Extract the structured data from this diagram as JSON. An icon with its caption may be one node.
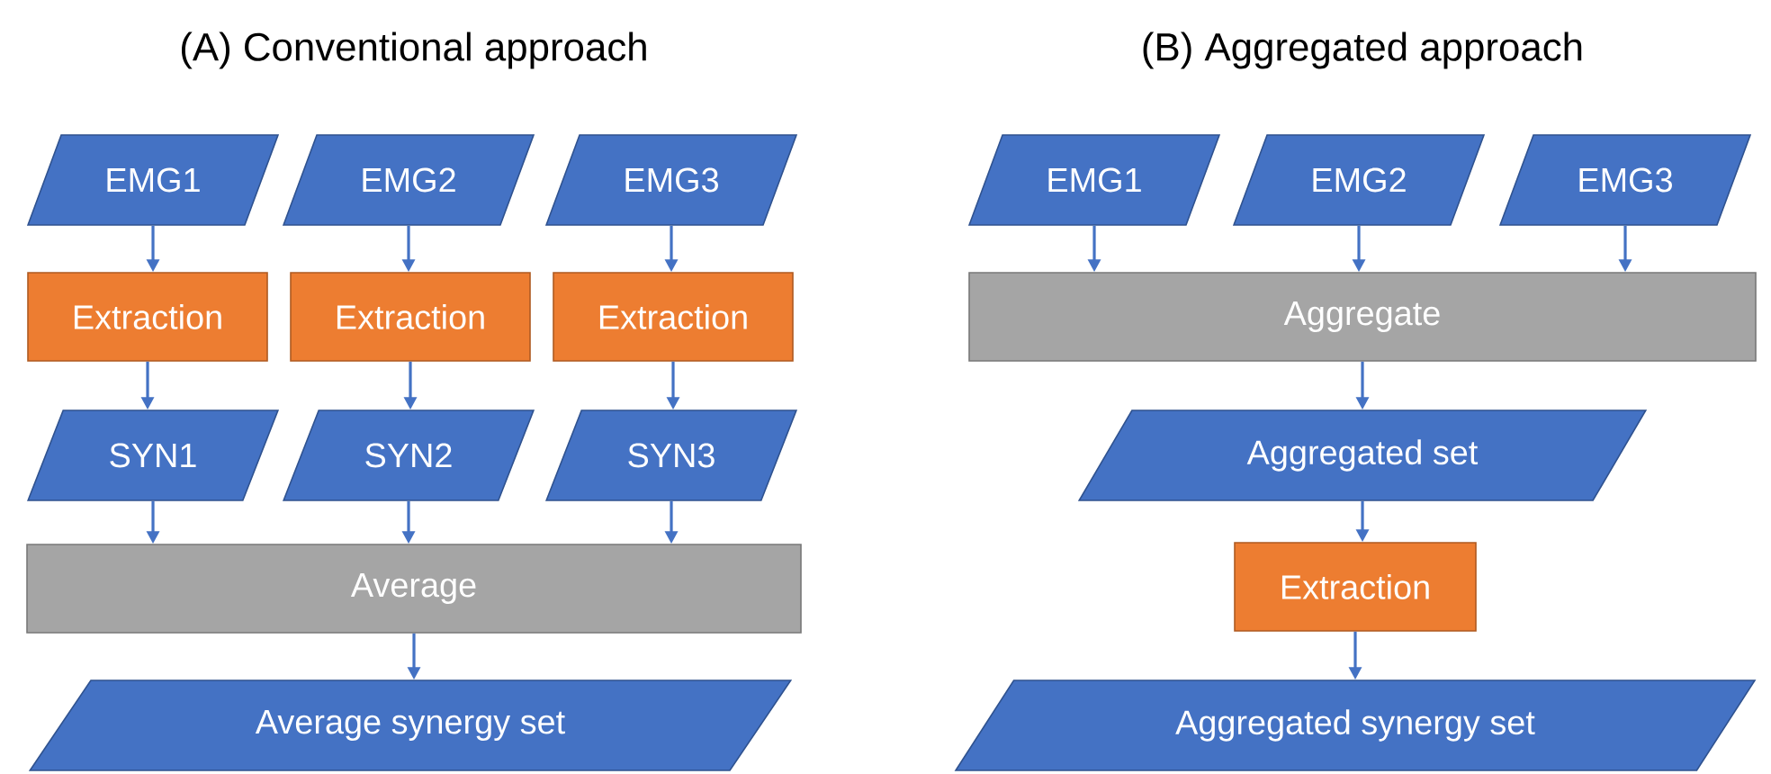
{
  "diagram": {
    "nodes": [
      {
        "text": [
          "EMG1"
        ]
      },
      {
        "text": [
          "EMG2"
        ]
      },
      {
        "text": [
          "EMG3"
        ]
      },
      {
        "text": [
          "Extraction"
        ]
      },
      {
        "text": [
          "Extraction"
        ]
      },
      {
        "text": [
          "Extraction"
        ]
      },
      {
        "text": [
          "SYN1"
        ]
      },
      {
        "text": [
          "SYN2"
        ]
      },
      {
        "text": [
          "SYN3"
        ]
      },
      {
        "text": [
          "Average"
        ]
      },
      {
        "text": [
          "Average synergy set"
        ]
      },
      {
        "text": [
          "EMG1"
        ]
      },
      {
        "text": [
          "EMG2"
        ]
      },
      {
        "text": [
          "EMG3"
        ]
      },
      {
        "text": [
          "Aggregate"
        ]
      },
      {
        "text": [
          "Aggregated set"
        ]
      },
      {
        "text": [
          "Extraction"
        ]
      },
      {
        "text": [
          "Aggregated synergy set"
        ]
      }
    ],
    "edges": [
      {
        "from": 0,
        "to": 3,
        "arrow": "to"
      },
      {
        "from": 1,
        "to": 4,
        "arrow": "to"
      },
      {
        "from": 2,
        "to": 5,
        "arrow": "to"
      },
      {
        "from": 3,
        "to": 6,
        "arrow": "to"
      },
      {
        "from": 4,
        "to": 7,
        "arrow": "to"
      },
      {
        "from": 5,
        "to": 8,
        "arrow": "to"
      },
      {
        "from": 6,
        "to": 9,
        "arrow": "to"
      },
      {
        "from": 7,
        "to": 9,
        "arrow": "to"
      },
      {
        "from": 8,
        "to": 9,
        "arrow": "to"
      },
      {
        "from": 9,
        "to": 10,
        "arrow": "to"
      },
      {
        "from": 11,
        "to": 14,
        "arrow": "to"
      },
      {
        "from": 12,
        "to": 14,
        "arrow": "to"
      },
      {
        "from": 13,
        "to": 14,
        "arrow": "to"
      },
      {
        "from": 14,
        "to": 15,
        "arrow": "to"
      },
      {
        "from": 15,
        "to": 16,
        "arrow": "to"
      },
      {
        "from": 16,
        "to": 17,
        "arrow": "to"
      }
    ],
    "labels": [
      "(A) Conventional approach",
      "(B) Aggregated approach"
    ]
  }
}
